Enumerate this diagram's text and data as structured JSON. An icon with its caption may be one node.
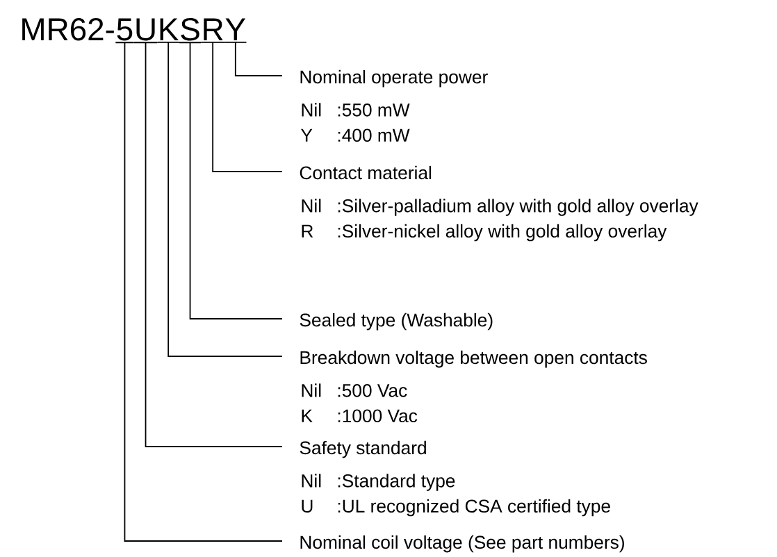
{
  "diagram": {
    "nodes": [
      {
        "text": [
          "MR62-"
        ]
      },
      {
        "text": [
          "5"
        ]
      },
      {
        "text": [
          "U"
        ]
      },
      {
        "text": [
          "K"
        ]
      },
      {
        "text": [
          "S"
        ]
      },
      {
        "text": [
          "R"
        ]
      },
      {
        "text": [
          "Y"
        ]
      },
      {
        "text": [
          "Nominal operate power",
          "Nil",
          ":550 mW",
          "Y",
          ":400 mW"
        ]
      },
      {
        "text": [
          "Contact material",
          "Nil",
          ":Silver-palladium alloy with gold alloy overlay",
          "R",
          ":Silver-nickel alloy with gold alloy overlay"
        ]
      },
      {
        "text": [
          "Sealed type (Washable)"
        ]
      },
      {
        "text": [
          "Breakdown voltage between open contacts",
          "Nil",
          ":500 Vac",
          "K",
          ":1000 Vac"
        ]
      },
      {
        "text": [
          "Safety standard",
          "Nil",
          ":Standard type",
          "U",
          ":UL recognized CSA certified type"
        ]
      },
      {
        "text": [
          "Nominal coil voltage (See part numbers)"
        ]
      }
    ],
    "edges": [
      {
        "from": 6,
        "to": 7,
        "arrow": "none"
      },
      {
        "from": 5,
        "to": 8,
        "arrow": "none"
      },
      {
        "from": 4,
        "to": 9,
        "arrow": "none"
      },
      {
        "from": 3,
        "to": 10,
        "arrow": "none"
      },
      {
        "from": 2,
        "to": 11,
        "arrow": "none"
      },
      {
        "from": 1,
        "to": 12,
        "arrow": "none"
      }
    ]
  }
}
